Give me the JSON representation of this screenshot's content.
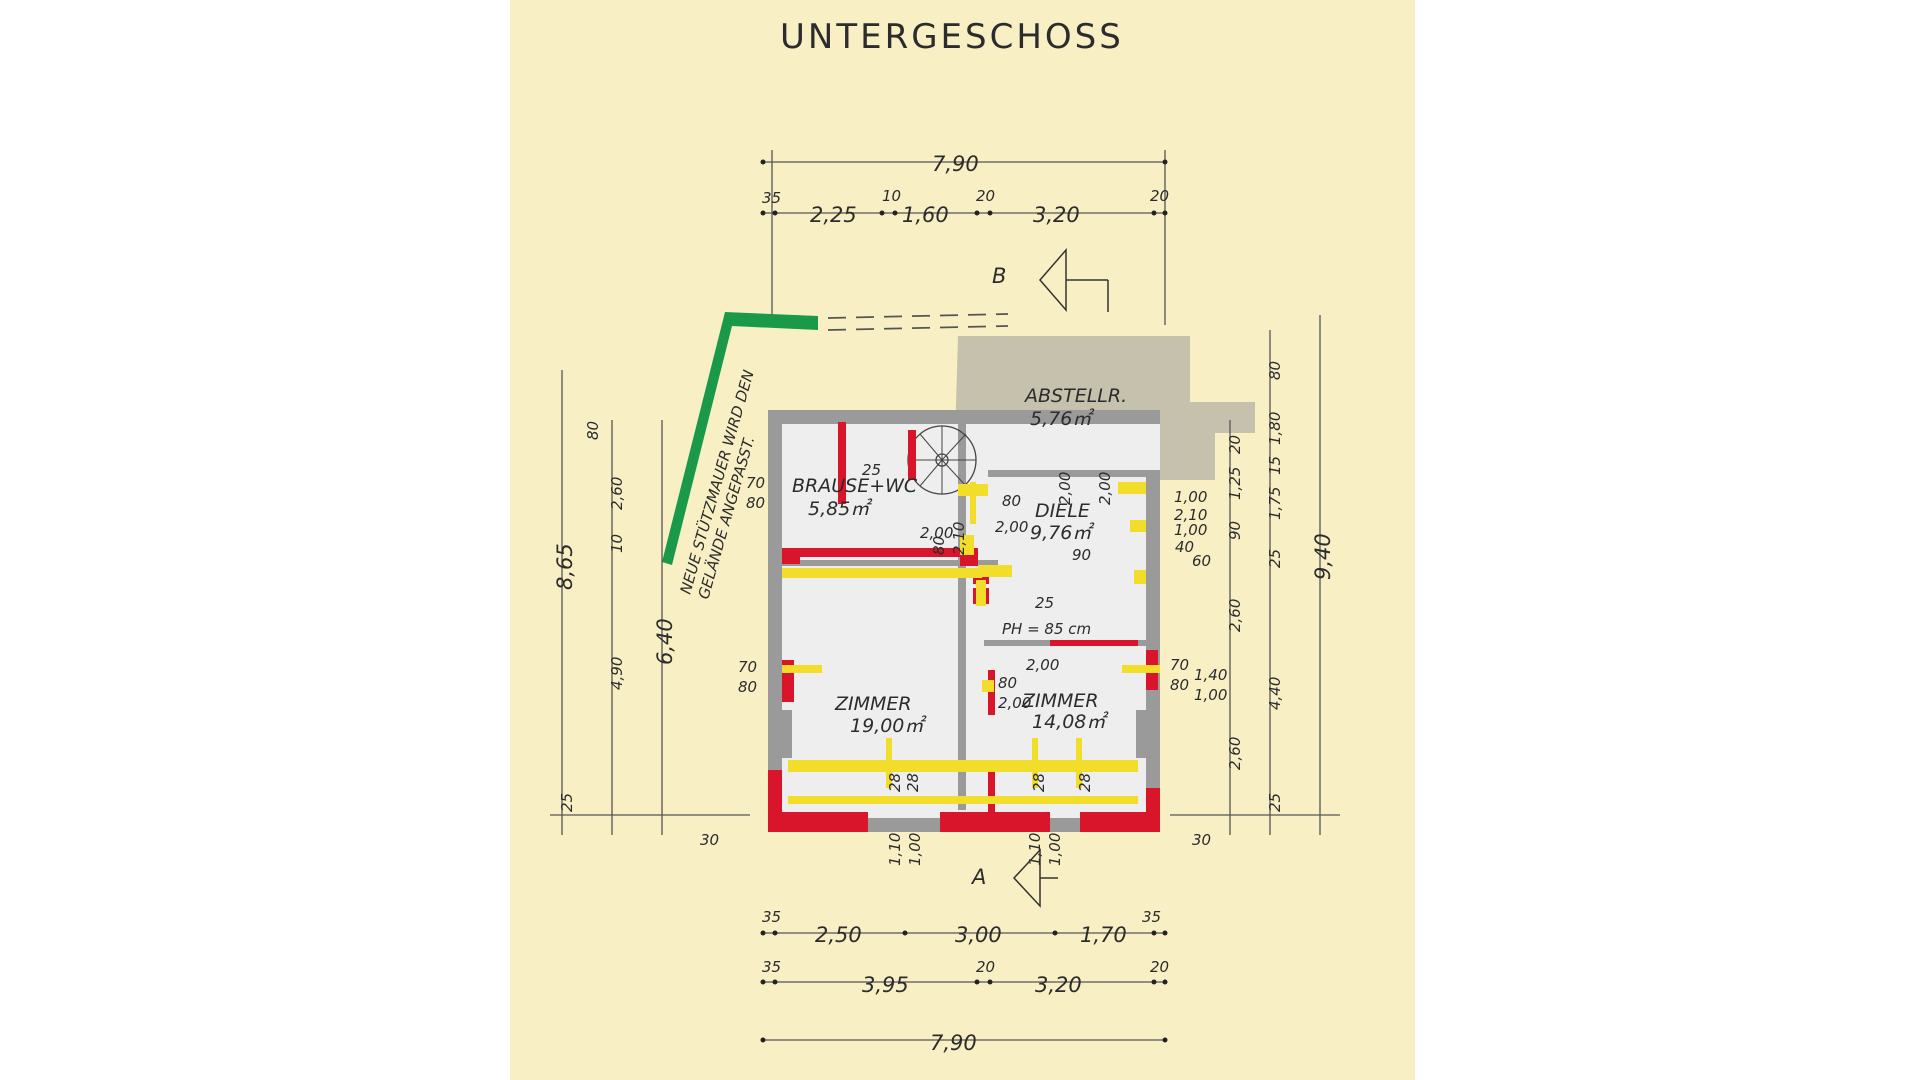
{
  "title": "UNTERGESCHOSS",
  "section_markers": {
    "top": "B",
    "bottom": "A"
  },
  "rooms": [
    {
      "name": "BRAUSE+WC",
      "area": "5,85㎡"
    },
    {
      "name": "ABSTELLR.",
      "area": "5,76㎡"
    },
    {
      "name": "DIELE",
      "area": "9,76㎡"
    },
    {
      "name": "ZIMMER",
      "area": "19,00㎡"
    },
    {
      "name": "ZIMMER",
      "area": "14,08㎡"
    }
  ],
  "notes": {
    "retaining_wall_line1": "NEUE STÜTZMAUER WIRD DEN",
    "retaining_wall_line2": "GELÄNDE ANGEPASST.",
    "parapet": "PH = 85 cm"
  },
  "dims_top": {
    "overall": "7,90",
    "row": [
      "35",
      "2,25",
      "10",
      "1,60",
      "20",
      "3,20",
      "20"
    ]
  },
  "dims_bottom": {
    "row1": [
      "35",
      "2,50",
      "3,00",
      "1,70",
      "35"
    ],
    "row2": [
      "35",
      "3,95",
      "20",
      "3,20",
      "20"
    ],
    "overall": "7,90"
  },
  "dims_left": {
    "overall": "8,65",
    "inner": "6,40",
    "segments": [
      "80",
      "2,60",
      "10",
      "4,90",
      "25"
    ],
    "wall": "30"
  },
  "dims_right": {
    "overall": "9,40",
    "segments_a": [
      "80",
      "1,80",
      "15",
      "1,75",
      "25",
      "4,40",
      "25"
    ],
    "segments_b": [
      "20",
      "1,25",
      "90",
      "2,60",
      "2,60"
    ],
    "wall": "30"
  },
  "openings": {
    "bath_window": [
      "70",
      "80"
    ],
    "left_window": [
      "70",
      "80"
    ],
    "diele_door": [
      "80",
      "2,00"
    ],
    "diele_right": [
      "1,00",
      "2,10",
      "1,00",
      "40",
      "60"
    ],
    "diele_mid": [
      "90",
      "2,00",
      "2,00"
    ],
    "bath_door": [
      "2,00",
      "80",
      "2,10"
    ],
    "zimmer_door": [
      "80",
      "2,00",
      "2,00"
    ],
    "right_window": [
      "70",
      "80",
      "1,40",
      "1,00"
    ],
    "bottom_windows": [
      "1,10",
      "1,00",
      "1,10",
      "1,00"
    ],
    "stair_marks": [
      "25",
      "25"
    ],
    "heights": [
      "28",
      "28",
      "28",
      "28"
    ]
  }
}
